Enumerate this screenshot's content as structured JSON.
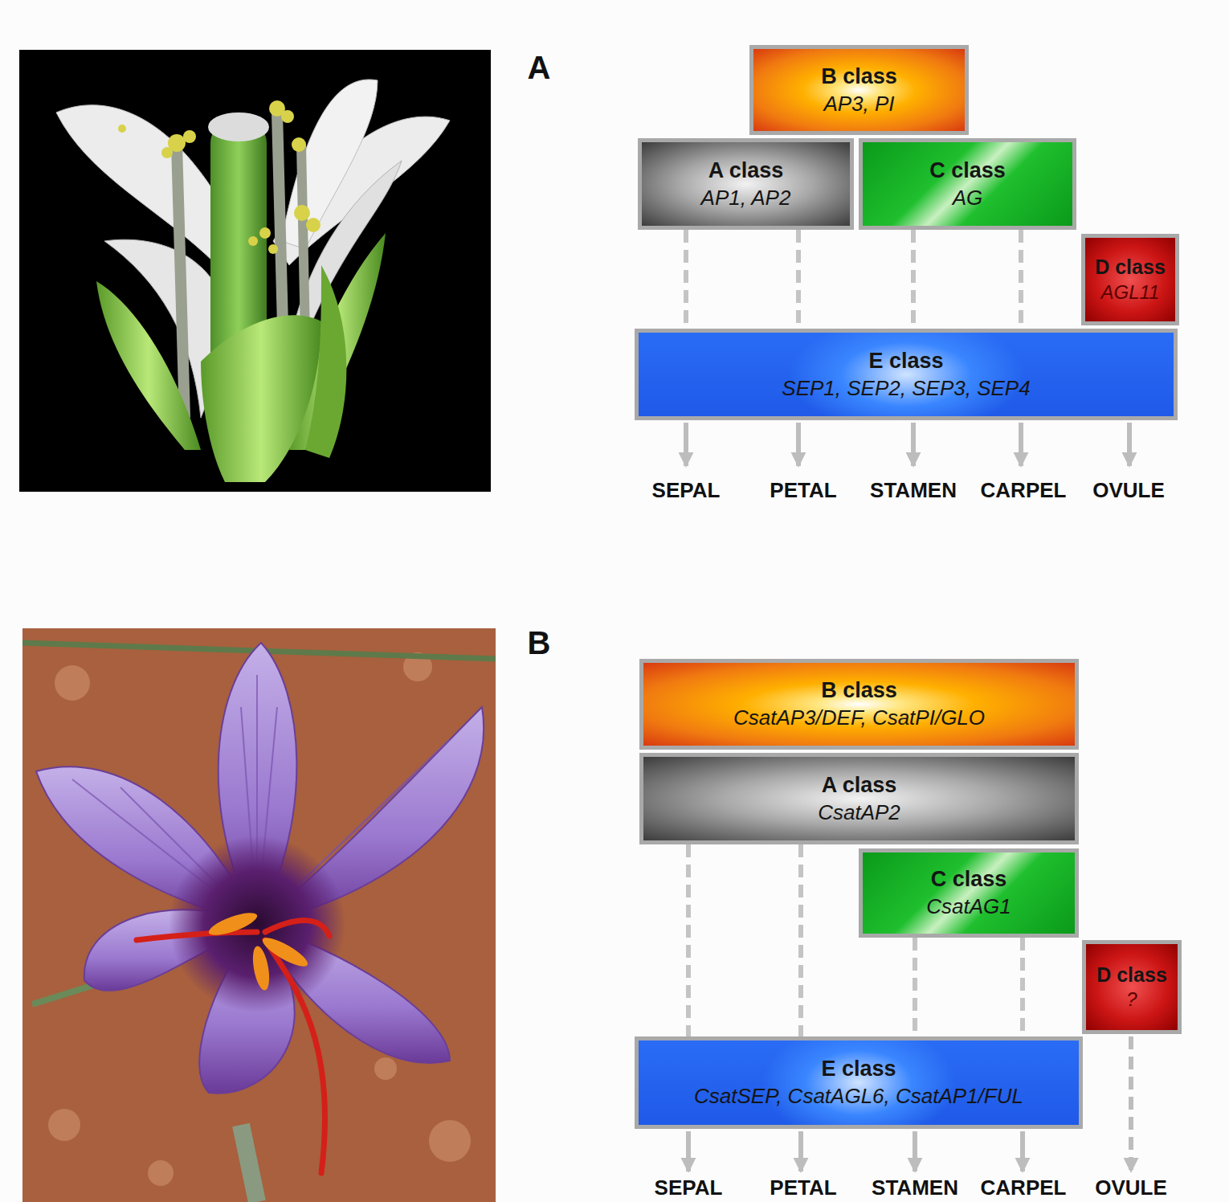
{
  "diagram": {
    "nodes": [
      {
        "text": [
          "B class",
          "AP3, PI"
        ]
      },
      {
        "text": [
          "A class",
          "AP1, AP2"
        ]
      },
      {
        "text": [
          "C class",
          "AG"
        ]
      },
      {
        "text": [
          "D class",
          "AGL11"
        ]
      },
      {
        "text": [
          "E class",
          "SEP1, SEP2, SEP3, SEP4"
        ]
      },
      {
        "text": [
          "B class",
          "CsatAP3/DEF, CsatPI/GLO"
        ]
      },
      {
        "text": [
          "A class",
          "CsatAP2"
        ]
      },
      {
        "text": [
          "C class",
          "CsatAG1"
        ]
      },
      {
        "text": [
          "D class",
          "?"
        ]
      },
      {
        "text": [
          "E class",
          "CsatSEP, CsatAGL6, CsatAP1/FUL"
        ]
      }
    ],
    "edges": [
      {
        "from": 1,
        "to": 4,
        "arrow": "none"
      },
      {
        "from": 1,
        "to": 4,
        "arrow": "none"
      },
      {
        "from": 2,
        "to": 4,
        "arrow": "none"
      },
      {
        "from": 2,
        "to": 4,
        "arrow": "none"
      },
      {
        "from": 6,
        "to": 9,
        "arrow": "none"
      },
      {
        "from": 6,
        "to": 9,
        "arrow": "none"
      },
      {
        "from": 7,
        "to": 9,
        "arrow": "none"
      },
      {
        "from": 7,
        "to": 9,
        "arrow": "none"
      }
    ],
    "labels": [
      "A",
      "SEPAL",
      "PETAL",
      "STAMEN",
      "CARPEL",
      "OVULE",
      "B",
      "SEPAL",
      "PETAL",
      "STAMEN",
      "CARPEL",
      "OVULE"
    ]
  }
}
